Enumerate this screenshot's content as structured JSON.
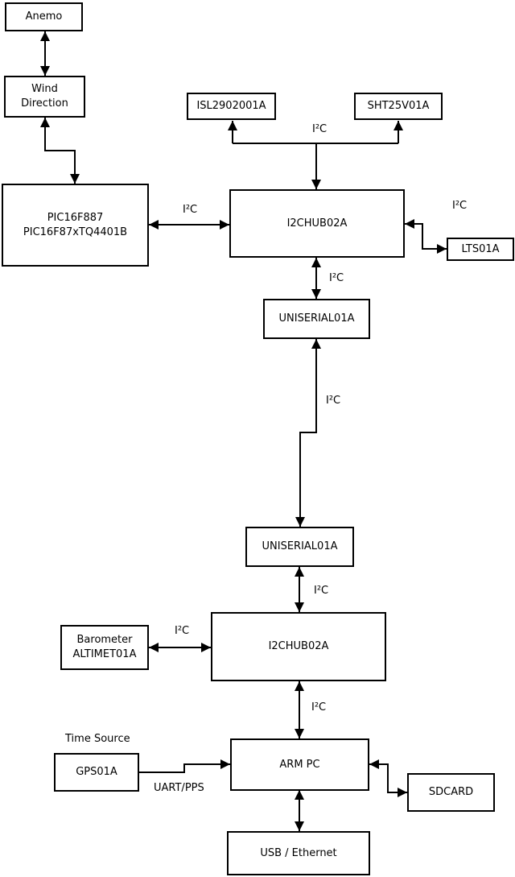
{
  "diagram": {
    "background_color": "#ffffff",
    "line_color": "#000000",
    "nodes": {
      "anemo": {
        "label": "Anemo"
      },
      "wind_direction": {
        "label": "Wind\nDirection"
      },
      "pic": {
        "label": "PIC16F887\nPIC16F87xTQ4401B"
      },
      "isl": {
        "label": "ISL2902001A"
      },
      "sht": {
        "label": "SHT25V01A"
      },
      "i2chub_upper": {
        "label": "I2CHUB02A"
      },
      "lts": {
        "label": "LTS01A"
      },
      "uniserial_upper": {
        "label": "UNISERIAL01A"
      },
      "uniserial_lower": {
        "label": "UNISERIAL01A"
      },
      "i2chub_lower": {
        "label": "I2CHUB02A"
      },
      "barometer": {
        "label": "Barometer\nALTIMET01A"
      },
      "gps": {
        "label": "GPS01A"
      },
      "arm_pc": {
        "label": "ARM PC"
      },
      "sdcard": {
        "label": "SDCARD"
      },
      "usb_ethernet": {
        "label": "USB / Ethernet"
      }
    },
    "labels": {
      "i2c": "I²C",
      "uart_pps": "UART/PPS",
      "time_source": "Time Source"
    }
  }
}
